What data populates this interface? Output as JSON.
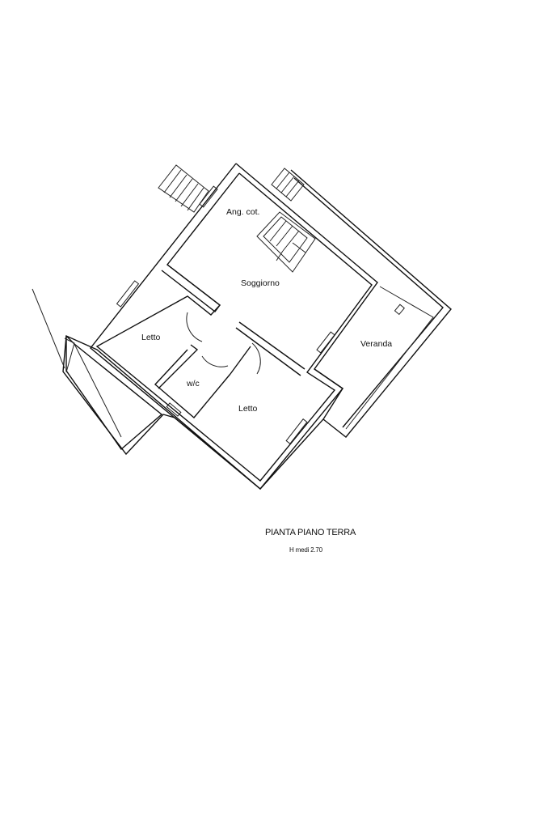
{
  "plan": {
    "title": "PIANTA PIANO TERRA",
    "height_note": "H medi 2.70",
    "rooms": {
      "angolo_cottura": "Ang. cot.",
      "soggiorno": "Soggiorno",
      "letto_left": "Letto",
      "letto_right": "Letto",
      "wc": "w/c",
      "veranda": "Veranda"
    }
  }
}
